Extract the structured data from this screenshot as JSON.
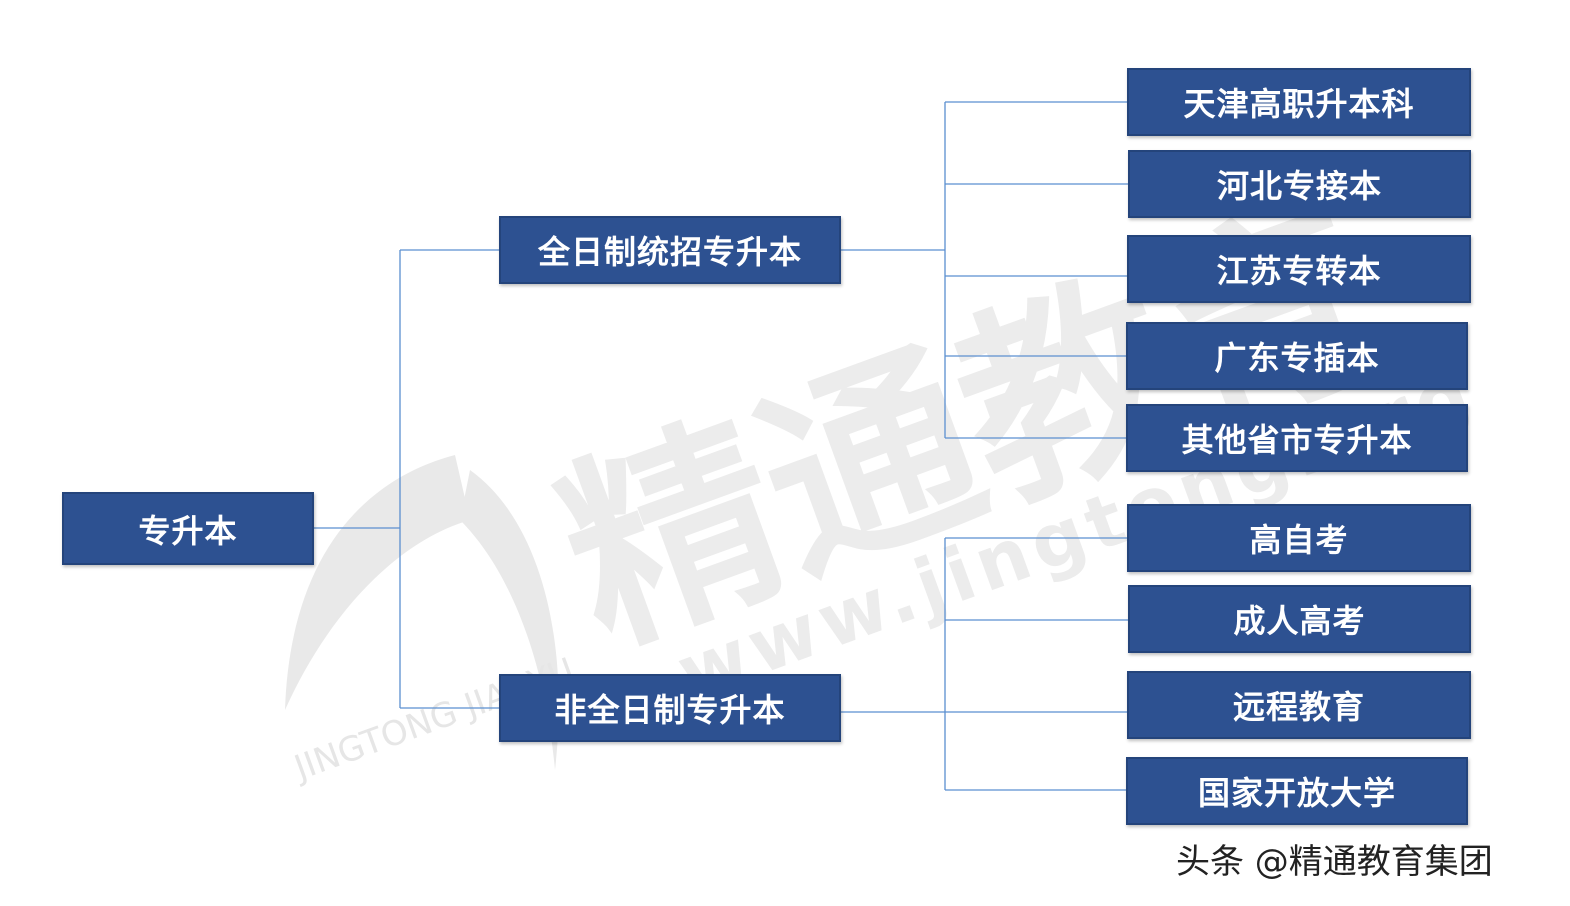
{
  "root": {
    "label": "专升本"
  },
  "branches": [
    {
      "label": "全日制统招专升本",
      "children": [
        "天津高职升本科",
        "河北专接本",
        "江苏专转本",
        "广东专插本",
        "其他省市专升本"
      ]
    },
    {
      "label": "非全日制专升本",
      "children": [
        "高自考",
        "成人高考",
        "远程教育",
        "国家开放大学"
      ]
    }
  ],
  "watermark": {
    "main_text": "精通教育",
    "url_text": "www.jingtong.org",
    "logo_text": "JINGTONG JIAOYU"
  },
  "credit": "头条 @精通教育集团",
  "colors": {
    "box_fill": "#2d5191",
    "line": "#5b8fd0",
    "watermark": "#e6e6e6"
  }
}
